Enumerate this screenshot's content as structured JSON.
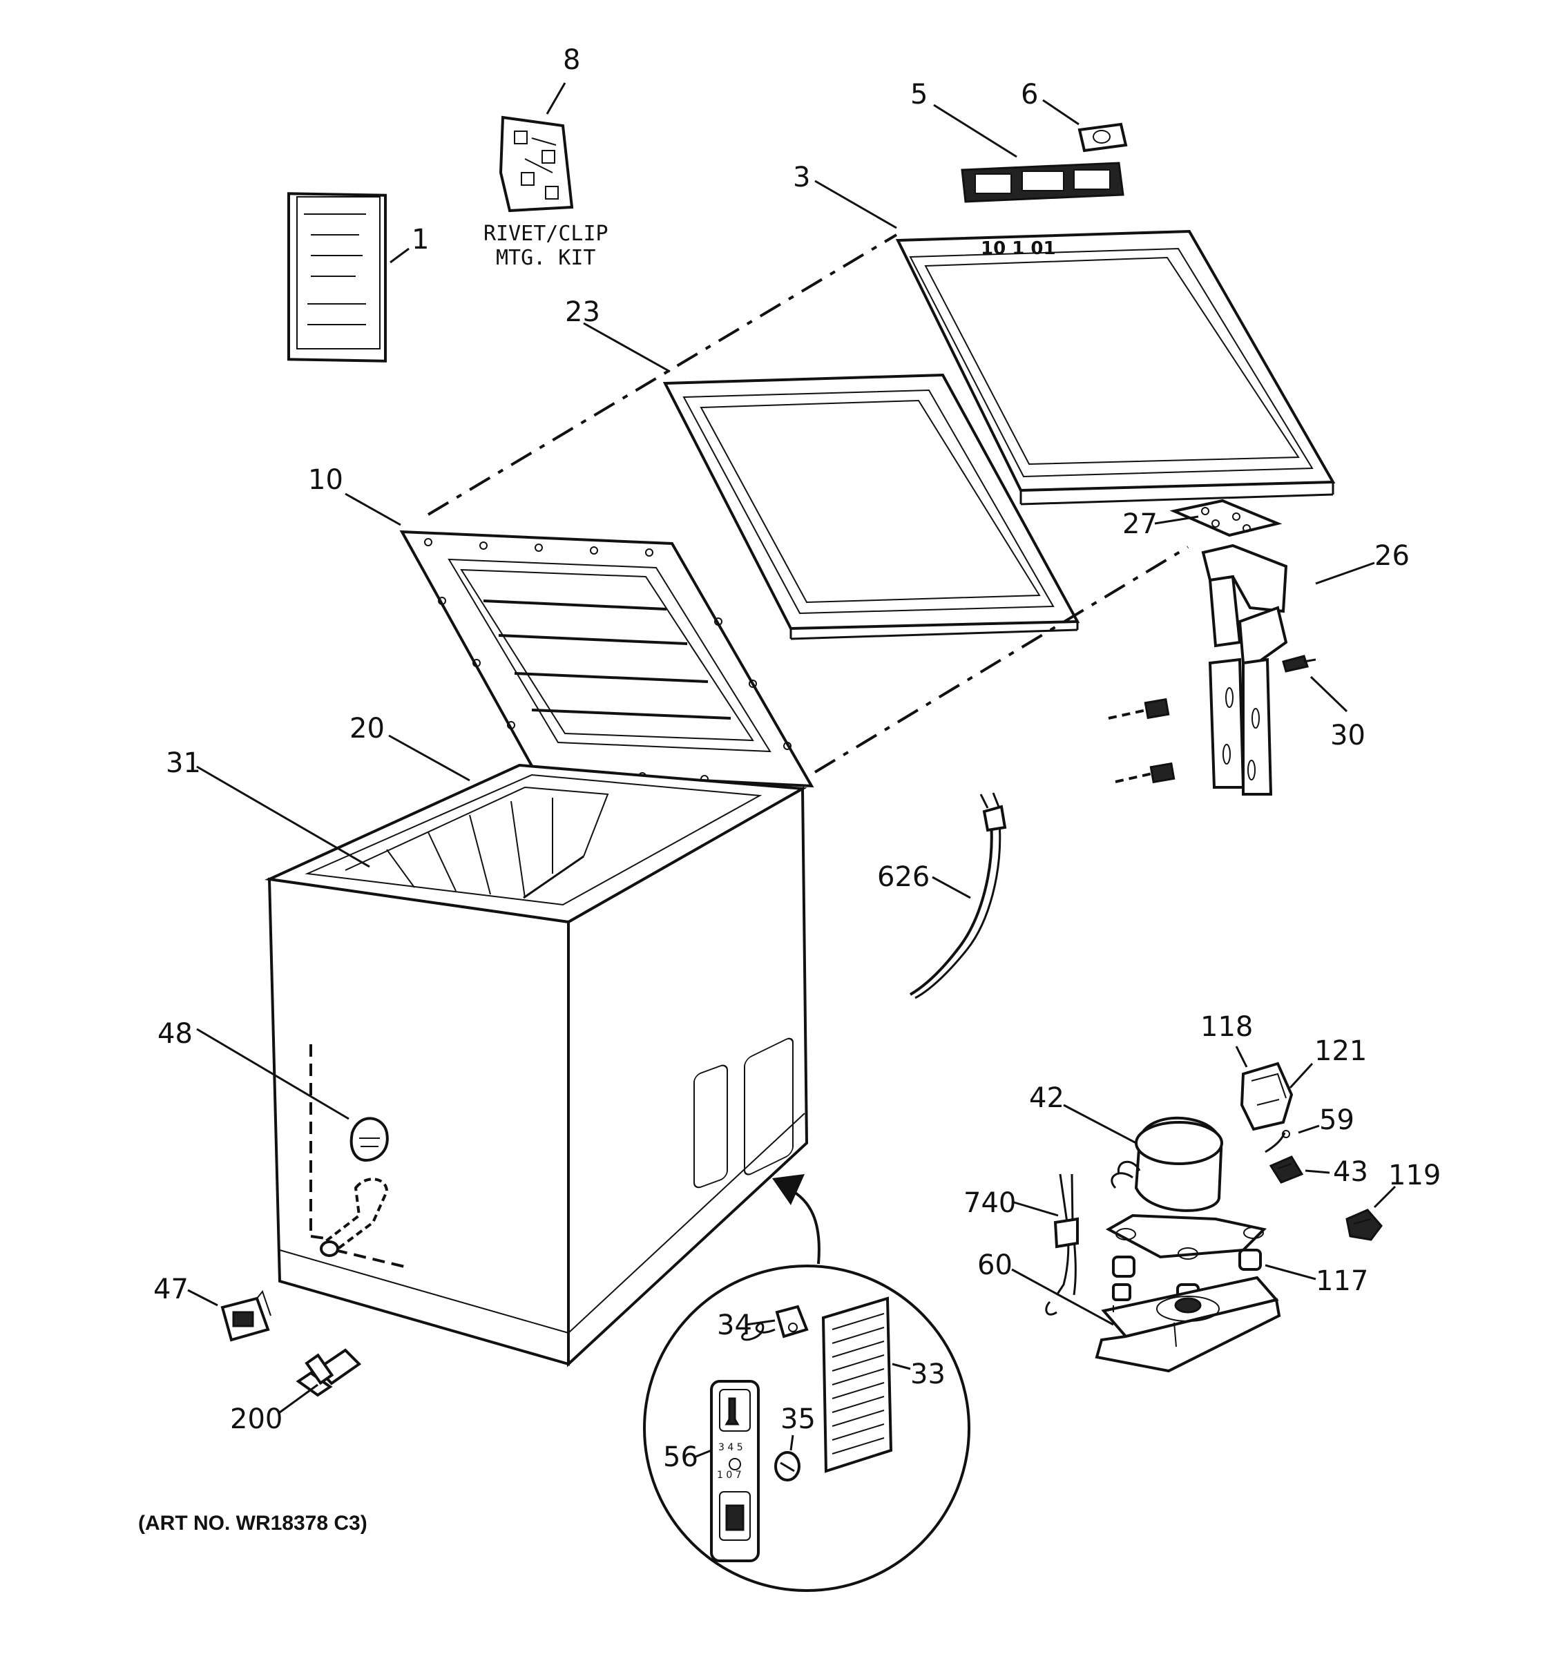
{
  "diagram": {
    "kit_label_line1": "RIVET/CLIP",
    "kit_label_line2": "MTG. KIT",
    "art_number": "(ART NO. WR18378 C3)"
  },
  "callouts": [
    "1",
    "3",
    "5",
    "6",
    "8",
    "10",
    "20",
    "23",
    "26",
    "27",
    "30",
    "31",
    "33",
    "34",
    "35",
    "42",
    "43",
    "47",
    "48",
    "56",
    "59",
    "60",
    "117",
    "118",
    "119",
    "121",
    "200",
    "626",
    "740"
  ]
}
